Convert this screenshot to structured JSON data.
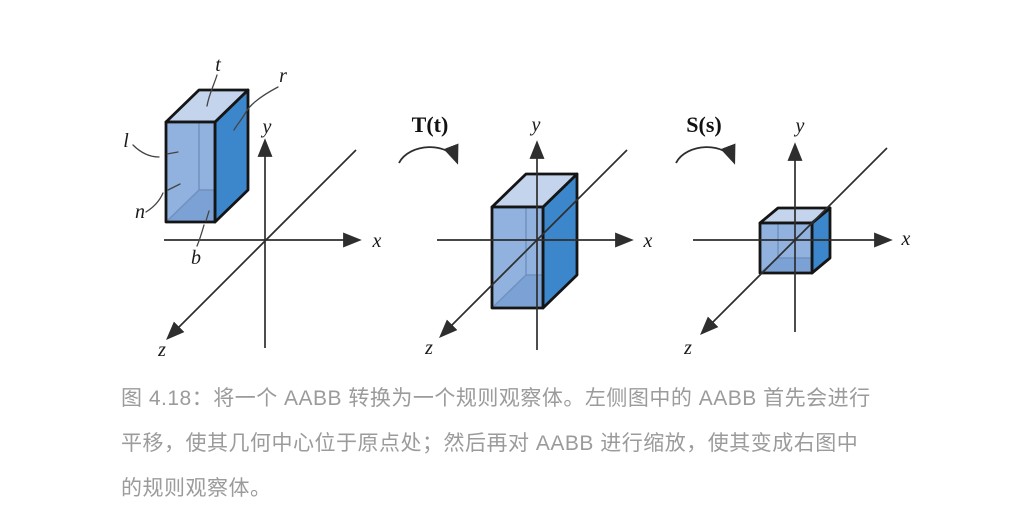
{
  "figure": {
    "panels": {
      "left": {
        "face_labels": {
          "top": "t",
          "right": "r",
          "left": "l",
          "near": "n",
          "bottom": "b"
        },
        "axis": {
          "x": "x",
          "y": "y",
          "z": "z"
        }
      },
      "middle": {
        "transform_label": "T(t)",
        "axis": {
          "x": "x",
          "y": "y",
          "z": "z"
        }
      },
      "right": {
        "transform_label": "S(s)",
        "axis": {
          "x": "x",
          "y": "y",
          "z": "z"
        }
      }
    },
    "colors": {
      "box_top_face": "#c3d4ec",
      "box_front_face": "#7ea4d8",
      "box_right_face": "#3c87cc",
      "box_bottom_inner": "#6b8fc4",
      "box_edge": "#151515",
      "axis_line": "#2e2e2e",
      "label_text": "#1a1a1a",
      "caption_text": "#9b9b9b",
      "background": "#ffffff"
    }
  },
  "caption": {
    "lines": [
      "图 4.18：将一个 AABB 转换为一个规则观察体。左侧图中的 AABB 首先会进行",
      "平移，使其几何中心位于原点处；然后再对 AABB 进行缩放，使其变成右图中",
      "的规则观察体。"
    ]
  }
}
